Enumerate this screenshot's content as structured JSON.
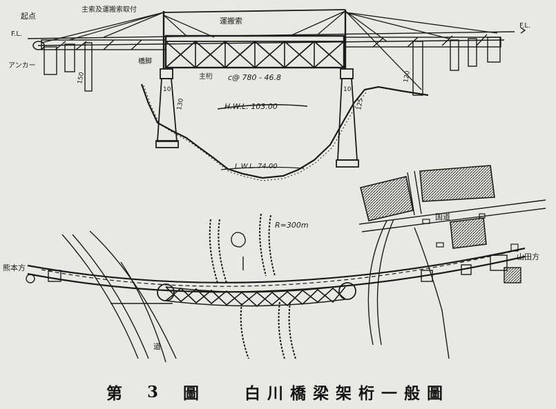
{
  "caption": {
    "figure_word": "第",
    "figure_number": "3",
    "figure_suffix": "圖",
    "title": "白川橋梁架桁一般圖"
  },
  "elevation": {
    "label_top_left": "起点",
    "label_cable": "主索及運搬索取付",
    "label_crane": "運搬索",
    "label_fl_left": "F.L.",
    "label_fl_right": "F.L.",
    "label_anchor": "アンカー",
    "label_pier": "橋脚",
    "label_main_beam": "主桁",
    "label_span": "c@ 780 - 46.8",
    "label_hwl": "H.W.L. 103.00",
    "label_lwl": "L.W.L. 74.00",
    "label_dim_a": "150",
    "label_dim_b": "130",
    "label_dim_c": "120",
    "label_dim_d": "125",
    "label_dim_e": "10",
    "label_dim_f": "10"
  },
  "plan": {
    "label_radius": "R=300m",
    "label_left_end": "熊本方",
    "label_right_end": "山田方",
    "label_road_top": "国道",
    "label_road_left": "道"
  },
  "colors": {
    "ink": "#1b1b1b",
    "paper": "#e9e9e4",
    "hatch": "#3a3a3a"
  }
}
